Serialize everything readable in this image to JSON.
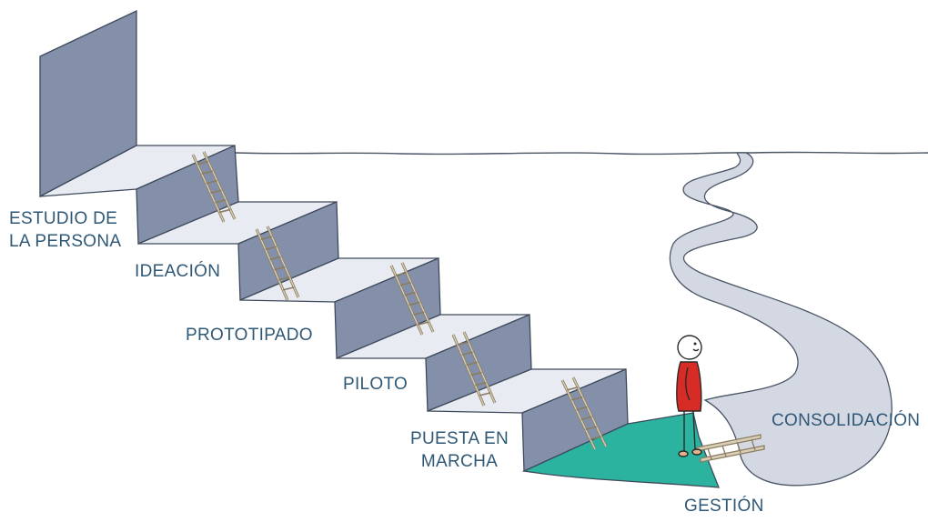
{
  "colors": {
    "wall": "#8490aa",
    "tread": "#e8ebf1",
    "outline": "#3e4a5c",
    "river": "#d4d8e2",
    "gestion_area": "#2bb39f",
    "figure_shirt": "#d72b26",
    "ladder": "#b8ab8d",
    "label_text": "#2f5876"
  },
  "stages": [
    {
      "id": "estudio",
      "lines": [
        "ESTUDIO DE",
        "LA PERSONA"
      ]
    },
    {
      "id": "ideacion",
      "lines": [
        "IDEACIÓN"
      ]
    },
    {
      "id": "prototipado",
      "lines": [
        "PROTOTIPADO"
      ]
    },
    {
      "id": "piloto",
      "lines": [
        "PILOTO"
      ]
    },
    {
      "id": "puesta",
      "lines": [
        "PUESTA EN",
        "MARCHA"
      ]
    },
    {
      "id": "gestion",
      "lines": [
        "GESTIÓN"
      ]
    },
    {
      "id": "consolidacion",
      "lines": [
        "CONSOLIDACIÓN"
      ]
    }
  ],
  "icons": {
    "ladders": "ladder-icon",
    "figure": "person-figure"
  }
}
